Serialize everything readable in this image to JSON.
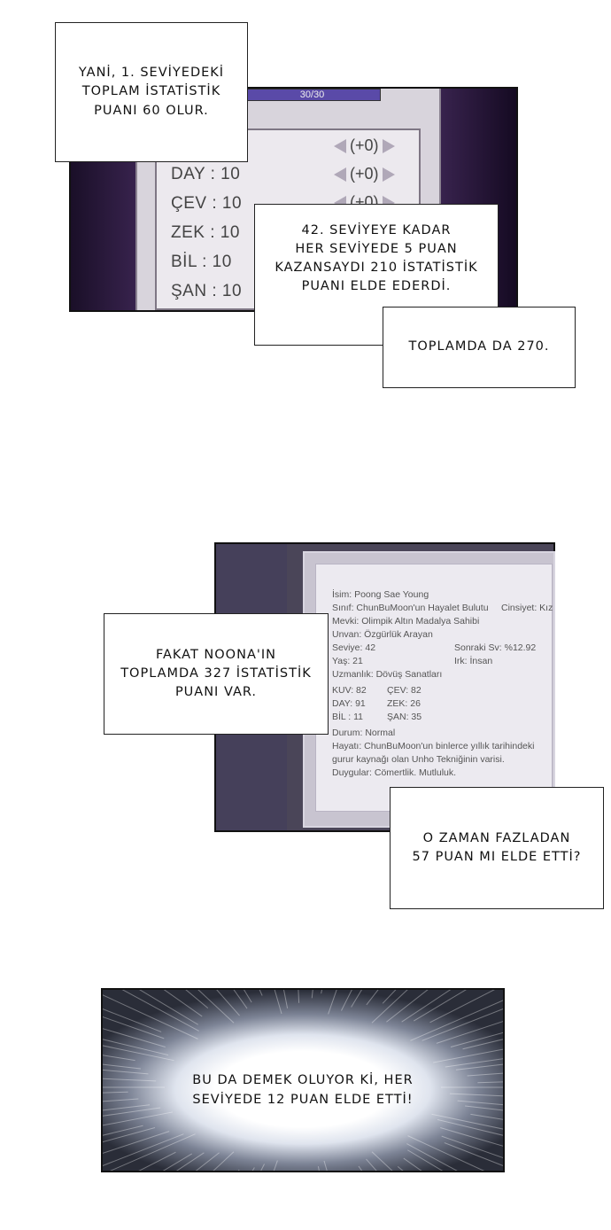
{
  "panel1": {
    "bar_text": "30/30",
    "stats": [
      {
        "label": "DAY : 10"
      },
      {
        "label": "ÇEV : 10"
      },
      {
        "label": "ZEK : 10"
      },
      {
        "label": "BİL   : 10"
      },
      {
        "label": "ŞAN : 10"
      }
    ],
    "adjust": [
      "(+0)",
      "(+0)",
      "(+0)"
    ]
  },
  "bubbles": {
    "b1": [
      "YANİ, 1. SEVİYEDEKİ",
      "TOPLAM İSTATİSTİK",
      "PUANI 60 OLUR."
    ],
    "b2": [
      "42. SEVİYEYE KADAR",
      "HER SEVİYEDE 5 PUAN",
      "KAZANSAYDI 210 İSTATİSTİK",
      "PUANI ELDE EDERDİ."
    ],
    "b3": [
      "TOPLAMDA DA 270."
    ],
    "b4": [
      "FAKAT NOONA'IN",
      "TOPLAMDA 327 İSTATİSTİK",
      "PUANI VAR."
    ],
    "b5": [
      "O ZAMAN FAZLADAN",
      "57 PUAN MI ELDE ETTİ?"
    ],
    "b6": [
      "BU DA DEMEK OLUYOR Kİ, HER",
      "SEVİYEDE 12 PUAN ELDE ETTİ!"
    ]
  },
  "status": {
    "isim": "İsim: Poong Sae Young",
    "sinif": "Sınıf: ChunBuMoon'un Hayalet Bulutu",
    "cinsiyet": "Cinsiyet: Kız",
    "mevki": "Mevki: Olimpik Altın Madalya Sahibi",
    "unvan": "Unvan: Özgürlük Arayan",
    "seviye": "Seviye: 42",
    "sonraki": "Sonraki Sv: %12.92",
    "yas": "Yaş: 21",
    "irk": "Irk: İnsan",
    "uzmanlik": "Uzmanlık: Dövüş Sanatları",
    "kuv": "KUV: 82",
    "cev": "ÇEV: 82",
    "day": "DAY: 91",
    "zek": "ZEK: 26",
    "bil": "BİL  : 11",
    "san": "ŞAN: 35",
    "durum": "Durum: Normal",
    "hayati1": "Hayatı: ChunBuMoon'un binlerce yıllık tarihindeki",
    "hayati2": "gurur kaynağı olan Unho Tekniğinin varisi.",
    "duygular": "Duygular: Cömertlik. Mutluluk."
  }
}
